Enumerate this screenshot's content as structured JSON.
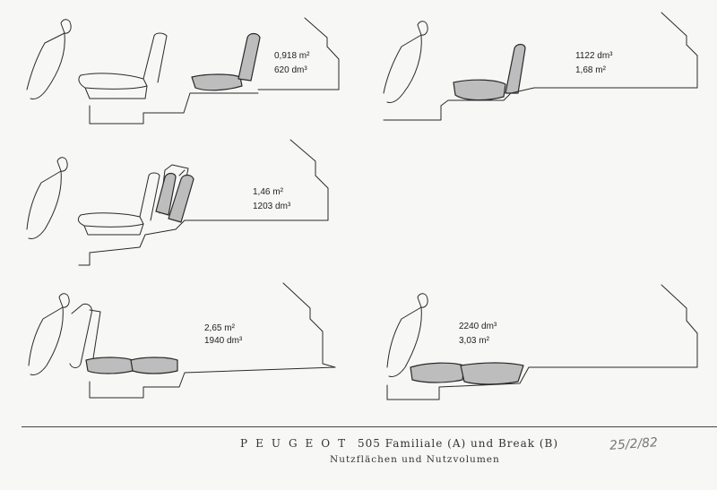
{
  "panels": [
    {
      "area": "0,918 m²",
      "volume": "620 dm³"
    },
    {
      "area": "1122 dm³",
      "volume": "1,68 m²"
    },
    {
      "area": "1,46 m²",
      "volume": "1203 dm³"
    },
    {
      "area": "2,65 m²",
      "volume": "1940 dm³"
    },
    {
      "area": "2240 dm³",
      "volume": "3,03 m²"
    }
  ],
  "footer": {
    "brand": "PEUGEOT",
    "model": "505 Familiale (A) und Break (B)",
    "subtitle": "Nutzflächen und Nutzvolumen"
  },
  "handwritten_date": "25/2/82"
}
